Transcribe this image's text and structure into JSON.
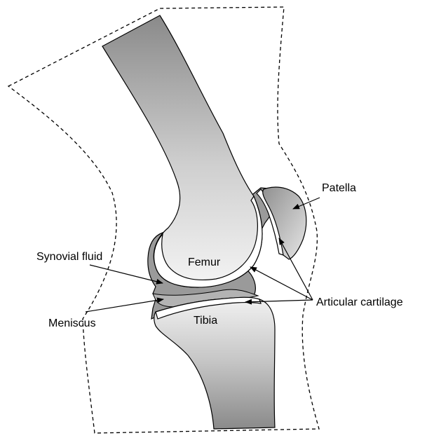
{
  "labels": {
    "patella": "Patella",
    "synovial_fluid": "Synovial fluid",
    "femur": "Femur",
    "articular_cartilage": "Articular cartilage",
    "meniscus": "Meniscus",
    "tibia": "Tibia"
  },
  "colors": {
    "bone_light": "#f4f4f4",
    "bone_dark": "#8c8c8c",
    "synovial": "#9a9a9a",
    "cartilage": "#ffffff",
    "outline": "#000000"
  }
}
